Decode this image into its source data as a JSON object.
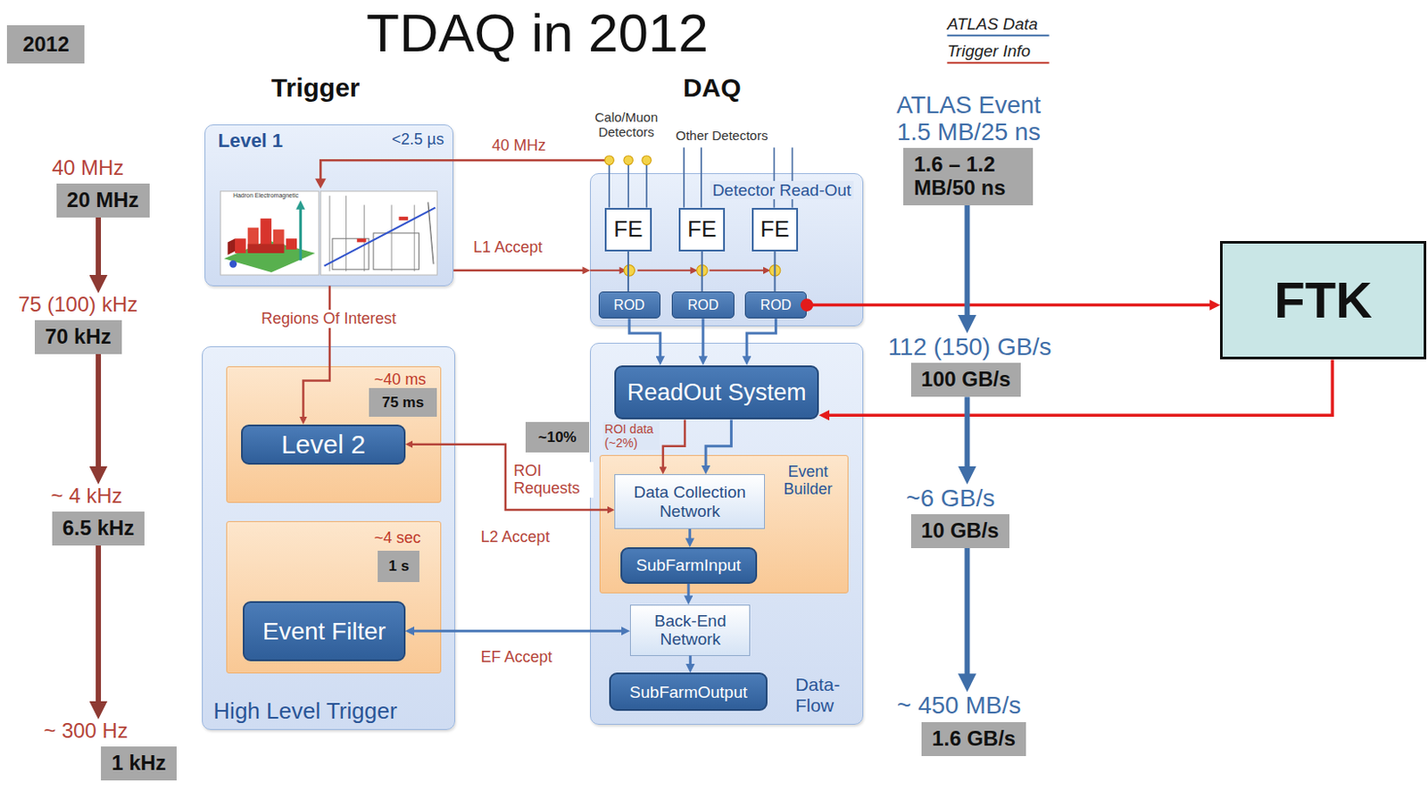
{
  "diagram": {
    "title": "TDAQ in 2012",
    "nodes": [
      {
        "text": [
          "2012"
        ]
      },
      {
        "text": [
          "Level 1",
          "<2.5 µs"
        ]
      },
      {
        "text": [
          "High Level Trigger"
        ]
      },
      {
        "text": [
          "~40 ms"
        ],
        "in": 2
      },
      {
        "text": [
          "75 ms"
        ],
        "in": 3
      },
      {
        "text": [
          "Level 2"
        ],
        "in": 3
      },
      {
        "text": [
          "~4 sec"
        ],
        "in": 2
      },
      {
        "text": [
          "1 s"
        ],
        "in": 6
      },
      {
        "text": [
          "Event Filter"
        ],
        "in": 6
      },
      {
        "text": [
          "Detector Read-Out"
        ]
      },
      {
        "text": [
          "FE"
        ],
        "in": 9
      },
      {
        "text": [
          "FE"
        ],
        "in": 9
      },
      {
        "text": [
          "FE"
        ],
        "in": 9
      },
      {
        "text": [
          "ROD"
        ],
        "in": 9
      },
      {
        "text": [
          "ROD"
        ],
        "in": 9
      },
      {
        "text": [
          "ROD"
        ],
        "in": 9
      },
      {
        "text": [
          "Data- Flow"
        ]
      },
      {
        "text": [
          "ReadOut System"
        ],
        "in": 16
      },
      {
        "text": [
          "Event Builder"
        ],
        "in": 16
      },
      {
        "text": [
          "Data Collection Network"
        ],
        "in": 18
      },
      {
        "text": [
          "SubFarmInput"
        ],
        "in": 18
      },
      {
        "text": [
          "Back-End Network"
        ],
        "in": 16
      },
      {
        "text": [
          "SubFarmOutput"
        ],
        "in": 16
      },
      {
        "text": [
          "FTK"
        ]
      },
      {
        "text": [
          "40 MHz",
          "20 MHz"
        ]
      },
      {
        "text": [
          "75 (100) kHz",
          "70 kHz"
        ]
      },
      {
        "text": [
          "~ 4 kHz",
          "6.5 kHz"
        ]
      },
      {
        "text": [
          "~ 300 Hz",
          "1 kHz"
        ]
      },
      {
        "text": [
          "~10%"
        ]
      },
      {
        "text": [
          "ATLAS Event 1.5 MB/25 ns",
          "1.6 – 1.2 MB/50 ns"
        ]
      },
      {
        "text": [
          "112 (150) GB/s",
          "100 GB/s"
        ]
      },
      {
        "text": [
          "~6 GB/s",
          "10 GB/s"
        ]
      },
      {
        "text": [
          "~ 450 MB/s",
          "1.6 GB/s"
        ]
      }
    ],
    "edges": [
      {
        "from": 1,
        "to": 9,
        "arrow": "to",
        "label": "L1 Accept"
      },
      {
        "from": 1,
        "to": 5,
        "arrow": "to",
        "label": "Regions Of Interest"
      },
      {
        "from": 5,
        "to": 19,
        "arrow": "both",
        "label": "ROI Requests"
      },
      {
        "from": 17,
        "to": 19,
        "arrow": "to",
        "label": "ROI data (~2%)"
      },
      {
        "from": 17,
        "to": 19,
        "arrow": "to"
      },
      {
        "from": 13,
        "to": 17,
        "arrow": "to"
      },
      {
        "from": 14,
        "to": 17,
        "arrow": "to"
      },
      {
        "from": 15,
        "to": 17,
        "arrow": "to"
      },
      {
        "from": 10,
        "to": 13,
        "arrow": "none"
      },
      {
        "from": 11,
        "to": 14,
        "arrow": "none"
      },
      {
        "from": 12,
        "to": 15,
        "arrow": "none"
      },
      {
        "from": 15,
        "to": 23,
        "arrow": "to"
      },
      {
        "from": 23,
        "to": 17,
        "arrow": "to"
      },
      {
        "from": 19,
        "to": 20,
        "arrow": "to"
      },
      {
        "from": 20,
        "to": 21,
        "arrow": "to"
      },
      {
        "from": 21,
        "to": 22,
        "arrow": "to"
      },
      {
        "from": 8,
        "to": 21,
        "arrow": "both"
      },
      {
        "from": 24,
        "to": 25,
        "arrow": "to"
      },
      {
        "from": 25,
        "to": 26,
        "arrow": "to"
      },
      {
        "from": 26,
        "to": 27,
        "arrow": "to"
      },
      {
        "from": 29,
        "to": 30,
        "arrow": "to"
      },
      {
        "from": 30,
        "to": 31,
        "arrow": "to"
      },
      {
        "from": 31,
        "to": 32,
        "arrow": "to"
      }
    ],
    "labels": [
      "Trigger",
      "DAQ",
      "40 MHz",
      "Calo/Muon Detectors",
      "Other Detectors",
      "L2 Accept",
      "EF Accept",
      "Hadron Electromagnetic"
    ],
    "legend": [
      {
        "text": "ATLAS Data"
      },
      {
        "text": "Trigger Info"
      }
    ]
  }
}
